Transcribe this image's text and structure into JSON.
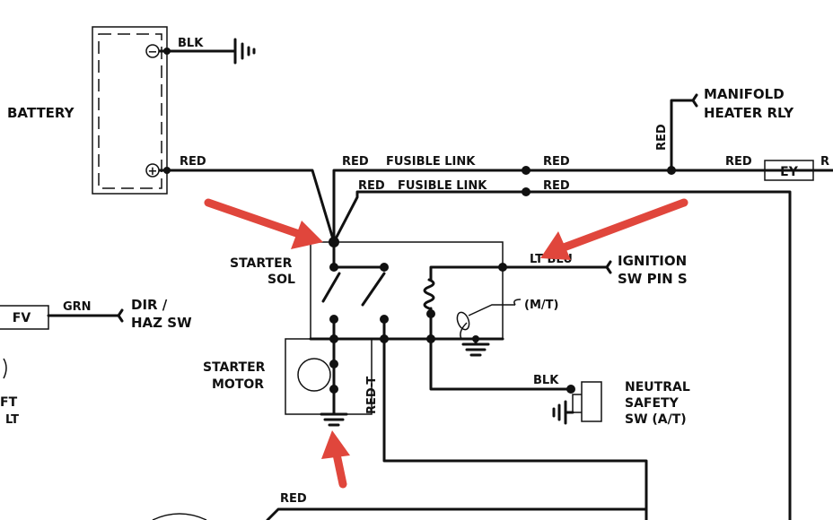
{
  "labels": {
    "battery": "BATTERY",
    "blk_top": "BLK",
    "red_batt": "RED",
    "red_fl1": "RED",
    "fusible_link_1": "FUSIBLE LINK",
    "red_fl1_right": "RED",
    "red_fl2": "RED",
    "fusible_link_2": "FUSIBLE LINK",
    "red_fl2_right": "RED",
    "red_vertical": "RED",
    "manifold_1": "MANIFOLD",
    "manifold_2": "HEATER RLY",
    "red_ey": "RED",
    "ey_box": "EY",
    "r_edge": "R",
    "starter_sol_1": "STARTER",
    "starter_sol_2": "SOL",
    "lt_blu": "LT BLU",
    "ignition_1": "IGNITION",
    "ignition_2": "SW PIN S",
    "mt": "(M/T)",
    "fv_box": "FV",
    "grn": "GRN",
    "dir_1": "DIR /",
    "dir_2": "HAZ SW",
    "starter_motor_1": "STARTER",
    "starter_motor_2": "MOTOR",
    "red_t": "RED-T",
    "blk_ns": "BLK",
    "neutral_1": "NEUTRAL",
    "neutral_2": "SAFETY",
    "neutral_3": "SW (A/T)",
    "left_edge_1": "FT",
    "left_edge_2": "LT",
    "red_bottom": "RED",
    "battery_minus": "−",
    "battery_plus": "+"
  },
  "colors": {
    "wire": "#111111",
    "arrow": "#e0463c",
    "background": "#ffffff"
  }
}
